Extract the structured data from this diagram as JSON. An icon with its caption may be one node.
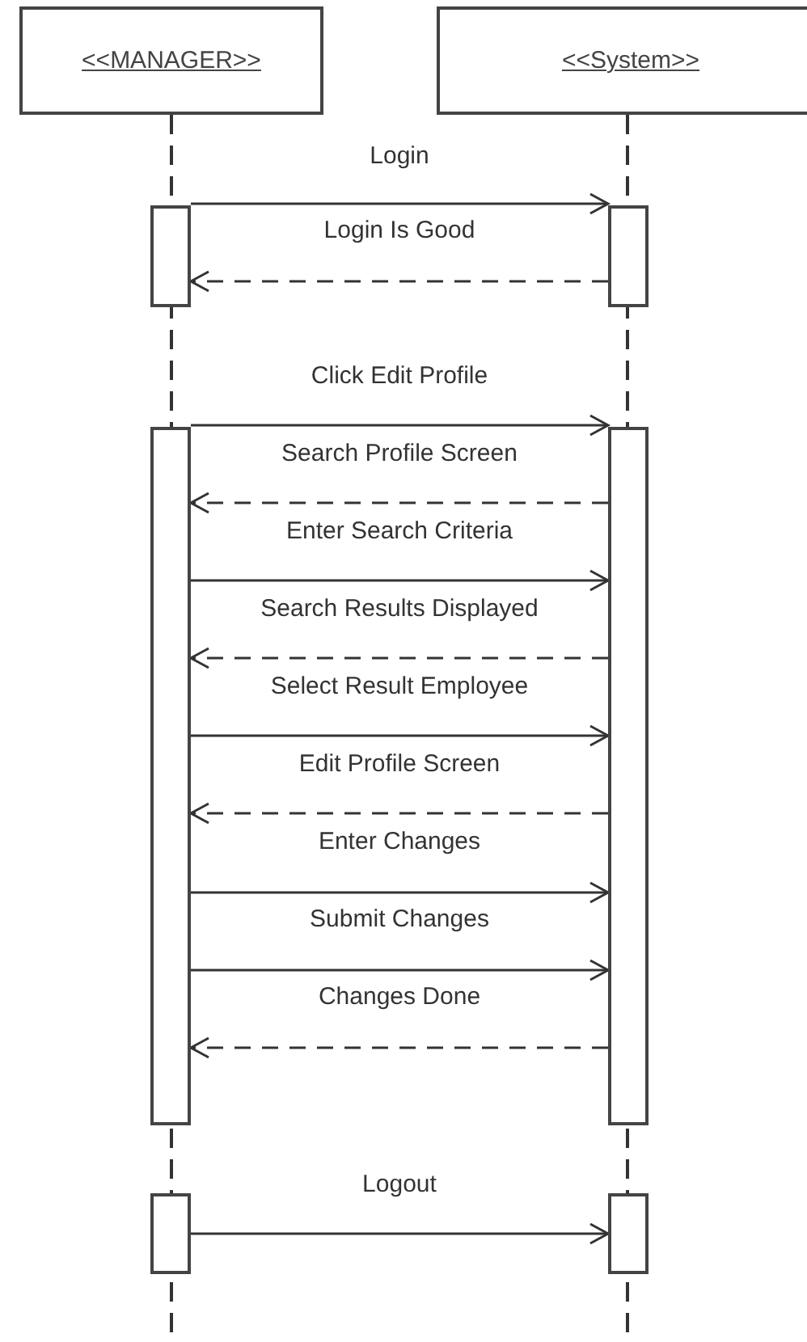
{
  "diagram": {
    "nodes": [
      {
        "text": [
          "<<MANAGER>>"
        ]
      },
      {
        "text": [
          "<<System>>"
        ]
      },
      {
        "text": [],
        "shape": "bar"
      },
      {
        "text": [],
        "shape": "bar"
      },
      {
        "text": [],
        "shape": "bar"
      },
      {
        "text": [],
        "shape": "bar"
      },
      {
        "text": [],
        "shape": "bar"
      },
      {
        "text": [],
        "shape": "bar"
      }
    ],
    "edges": [
      {
        "from": 2,
        "to": 3,
        "arrow": "to",
        "label": "Login"
      },
      {
        "from": 3,
        "to": 2,
        "arrow": "to",
        "label": "Login Is Good",
        "style": "dashed"
      },
      {
        "from": 4,
        "to": 5,
        "arrow": "to",
        "label": "Click Edit Profile"
      },
      {
        "from": 5,
        "to": 4,
        "arrow": "to",
        "label": "Search Profile Screen",
        "style": "dashed"
      },
      {
        "from": 4,
        "to": 5,
        "arrow": "to",
        "label": "Enter Search Criteria"
      },
      {
        "from": 5,
        "to": 4,
        "arrow": "to",
        "label": "Search Results Displayed",
        "style": "dashed"
      },
      {
        "from": 4,
        "to": 5,
        "arrow": "to",
        "label": "Select Result Employee"
      },
      {
        "from": 5,
        "to": 4,
        "arrow": "to",
        "label": "Edit Profile Screen",
        "style": "dashed"
      },
      {
        "from": 4,
        "to": 5,
        "arrow": "to",
        "label": "Enter Changes"
      },
      {
        "from": 4,
        "to": 5,
        "arrow": "to",
        "label": "Submit Changes"
      },
      {
        "from": 5,
        "to": 4,
        "arrow": "to",
        "label": "Changes Done",
        "style": "dashed"
      },
      {
        "from": 6,
        "to": 7,
        "arrow": "to",
        "label": "Logout"
      }
    ]
  }
}
